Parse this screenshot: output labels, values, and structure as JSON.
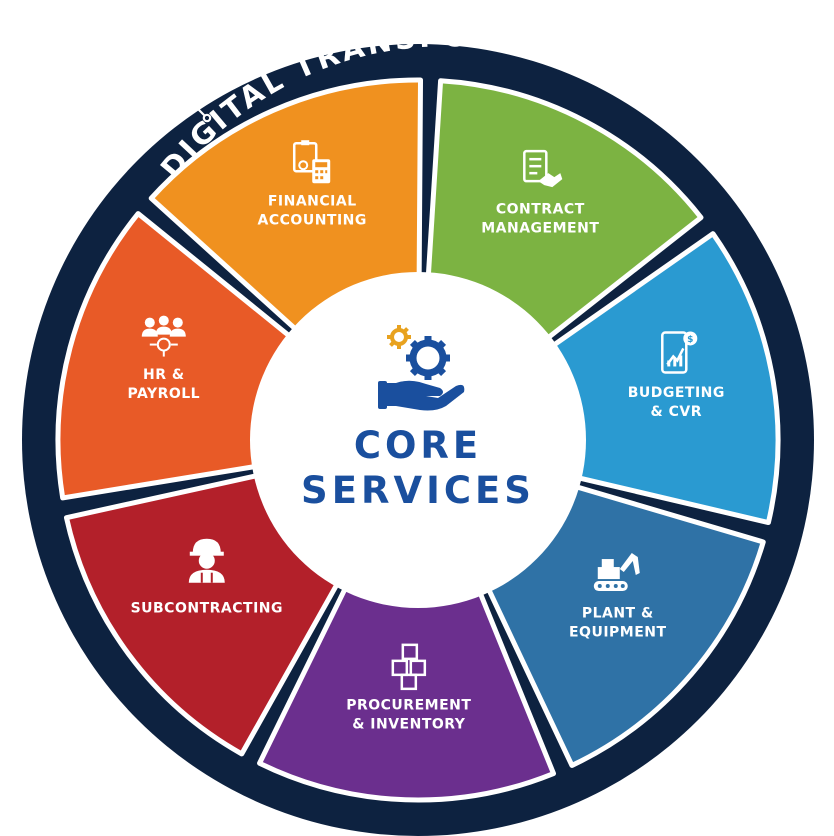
{
  "outer_title": "DIGITAL TRANSFORMATION",
  "center": {
    "line1": "CORE",
    "line2": "SERVICES"
  },
  "segments": [
    {
      "id": "contract",
      "lines": [
        "CONTRACT",
        "MANAGEMENT"
      ],
      "color": "#7cb342",
      "icon": "contract-handshake-icon"
    },
    {
      "id": "budgeting",
      "lines": [
        "BUDGETING",
        "& CVR"
      ],
      "color": "#2a9ad1",
      "icon": "mobile-growth-chart-icon"
    },
    {
      "id": "plant",
      "lines": [
        "PLANT &",
        "EQUIPMENT"
      ],
      "color": "#2f72a6",
      "icon": "excavator-icon"
    },
    {
      "id": "procurement",
      "lines": [
        "PROCUREMENT",
        "& INVENTORY"
      ],
      "color": "#6b2f8e",
      "icon": "stacked-boxes-icon"
    },
    {
      "id": "subcontracting",
      "lines": [
        "SUBCONTRACTING"
      ],
      "color": "#b3202a",
      "icon": "hard-hat-worker-icon"
    },
    {
      "id": "hr",
      "lines": [
        "HR &",
        "PAYROLL"
      ],
      "color": "#e85a27",
      "icon": "team-network-icon"
    },
    {
      "id": "financial",
      "lines": [
        "FINANCIAL",
        "ACCOUNTING"
      ],
      "color": "#f0911f",
      "icon": "calculator-clipboard-icon"
    }
  ],
  "colors": {
    "ring": "#0d2240",
    "center_text": "#1a4f9e",
    "center_bg": "#ffffff"
  }
}
